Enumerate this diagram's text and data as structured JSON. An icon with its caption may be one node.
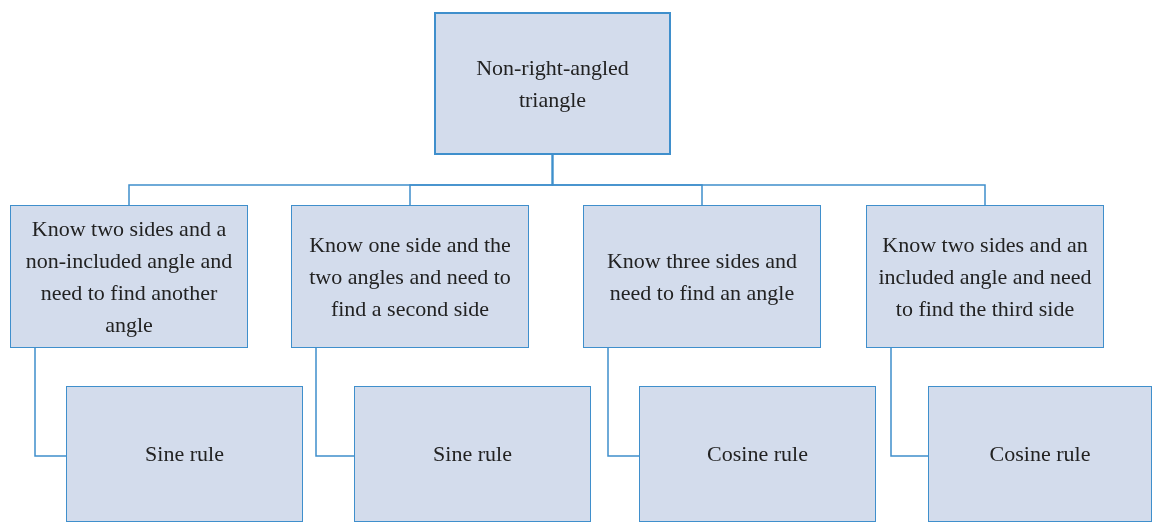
{
  "diagram": {
    "nodes": [
      {
        "text": [
          "Non-right-angled triangle"
        ]
      },
      {
        "text": [
          "Know two sides and a non-included angle and need to find another angle"
        ]
      },
      {
        "text": [
          "Know one side and the two angles and need to find a second side"
        ]
      },
      {
        "text": [
          "Know three sides and need to find an angle"
        ]
      },
      {
        "text": [
          "Know two sides and an included angle and need to find the third side"
        ]
      },
      {
        "text": [
          "Sine rule"
        ]
      },
      {
        "text": [
          "Sine rule"
        ]
      },
      {
        "text": [
          "Cosine rule"
        ]
      },
      {
        "text": [
          "Cosine rule"
        ]
      }
    ],
    "edges": [
      {
        "from": 0,
        "to": 1,
        "arrow": "none"
      },
      {
        "from": 0,
        "to": 2,
        "arrow": "none"
      },
      {
        "from": 0,
        "to": 3,
        "arrow": "none"
      },
      {
        "from": 0,
        "to": 4,
        "arrow": "none"
      },
      {
        "from": 1,
        "to": 5,
        "arrow": "none"
      },
      {
        "from": 2,
        "to": 6,
        "arrow": "none"
      },
      {
        "from": 3,
        "to": 7,
        "arrow": "none"
      },
      {
        "from": 4,
        "to": 8,
        "arrow": "none"
      }
    ]
  }
}
